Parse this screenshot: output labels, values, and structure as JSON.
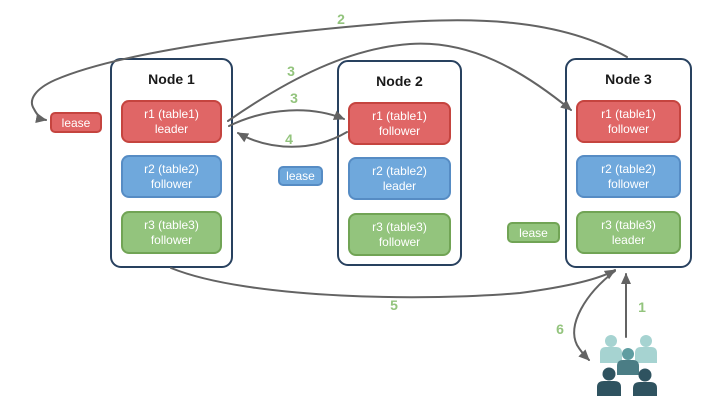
{
  "colors": {
    "red_fill": "#e06666",
    "red_border": "#c5443f",
    "blue_fill": "#6fa8dc",
    "blue_border": "#568cc4",
    "green_fill": "#93c47d",
    "green_border": "#71a455",
    "node_border": "#28415f",
    "arrow": "#636363",
    "step_label": "#93c47d",
    "clients_back": "#a6d3d1",
    "clients_mid": "#5f9da1",
    "clients_mid_body": "#4b7d85",
    "clients_front": "#2f5360",
    "background": "#ffffff"
  },
  "nodes": [
    {
      "title": "Node 1",
      "replicas": [
        {
          "label": "r1 (table1)",
          "role": "leader",
          "color": "red"
        },
        {
          "label": "r2 (table2)",
          "role": "follower",
          "color": "blue"
        },
        {
          "label": "r3 (table3)",
          "role": "follower",
          "color": "green"
        }
      ]
    },
    {
      "title": "Node 2",
      "replicas": [
        {
          "label": "r1 (table1)",
          "role": "follower",
          "color": "red"
        },
        {
          "label": "r2 (table2)",
          "role": "leader",
          "color": "blue"
        },
        {
          "label": "r3 (table3)",
          "role": "follower",
          "color": "green"
        }
      ]
    },
    {
      "title": "Node 3",
      "replicas": [
        {
          "label": "r1 (table1)",
          "role": "follower",
          "color": "red"
        },
        {
          "label": "r2 (table2)",
          "role": "follower",
          "color": "blue"
        },
        {
          "label": "r3 (table3)",
          "role": "leader",
          "color": "green"
        }
      ]
    }
  ],
  "leases": [
    {
      "text": "lease",
      "color": "red",
      "near": "node1"
    },
    {
      "text": "lease",
      "color": "blue",
      "near": "node2"
    },
    {
      "text": "lease",
      "color": "green",
      "near": "node3"
    }
  ],
  "edges": [
    {
      "label": "1",
      "from": "clients",
      "to": "node3-bottom"
    },
    {
      "label": "2",
      "from": "node3-top",
      "to": "lease-node1"
    },
    {
      "label": "3",
      "from": "node1-r1-leader",
      "to": "node3-r1-follower"
    },
    {
      "label": "3",
      "from": "node1-r1-leader",
      "to": "node2-r1-follower"
    },
    {
      "label": "4",
      "from": "node2-r1-follower",
      "to": "node1-r1-leader"
    },
    {
      "label": "5",
      "from": "node1-bottom",
      "to": "node3-bottom"
    },
    {
      "label": "6",
      "from": "node3-bottom",
      "to": "clients"
    }
  ]
}
